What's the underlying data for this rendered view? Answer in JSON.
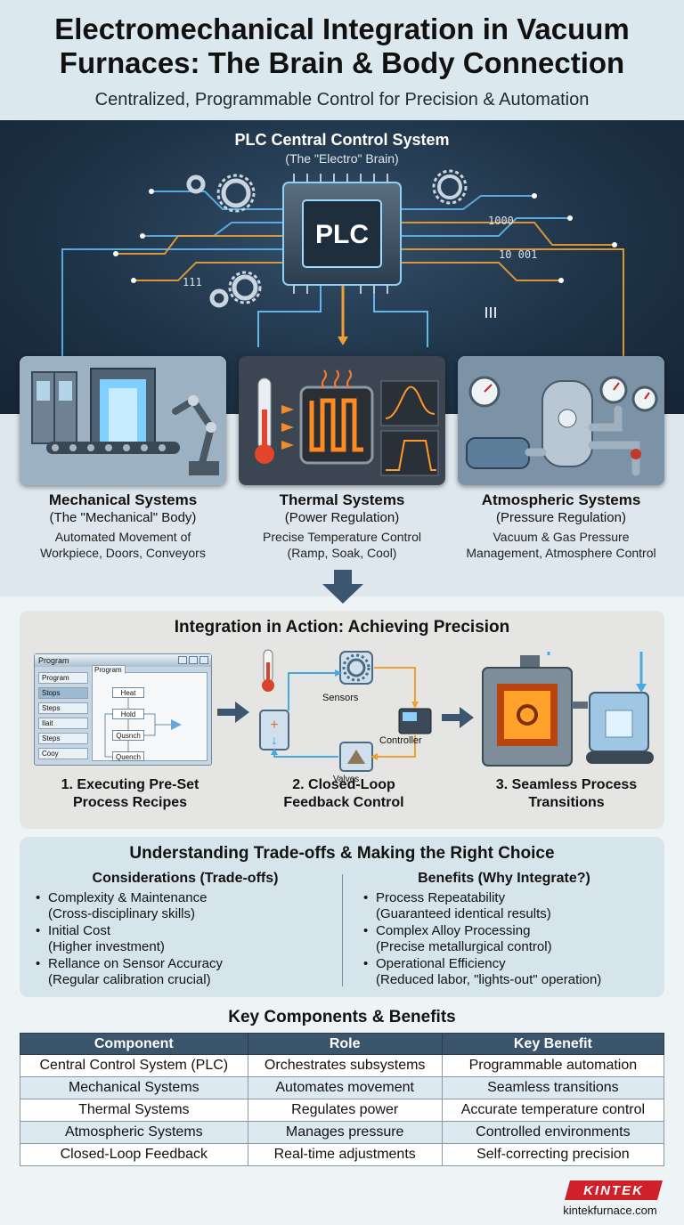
{
  "header": {
    "title_line1": "Electromechanical Integration in Vacuum",
    "title_line2": "Furnaces: The Brain & Body Connection",
    "subtitle": "Centralized, Programmable Control for Precision & Automation"
  },
  "plc": {
    "title": "PLC Central Control System",
    "subtitle": "(The \"Electro\" Brain)",
    "chip_label": "PLC",
    "binary_right_top": "1000",
    "binary_right_bottom": "10 001",
    "binary_left": "111"
  },
  "systems": [
    {
      "name": "Mechanical Systems",
      "role": "(The \"Mechanical\" Body)",
      "desc_line1": "Automated Movement of",
      "desc_line2": "Workpiece, Doors, Conveyors"
    },
    {
      "name": "Thermal Systems",
      "role": "(Power Regulation)",
      "desc_line1": "Precise Temperature Control",
      "desc_line2": "(Ramp, Soak, Cool)"
    },
    {
      "name": "Atmospheric Systems",
      "role": "(Pressure Regulation)",
      "desc_line1": "Vacuum & Gas Pressure",
      "desc_line2": "Management, Atmosphere Control"
    }
  ],
  "integration": {
    "title": "Integration in Action: Achieving Precision",
    "program_window": {
      "title": "Program",
      "sidebar": [
        "Program",
        "Stops",
        "Steps",
        "Ilait",
        "Steps",
        "Cooy"
      ],
      "tab": "Program",
      "steps": [
        "Heat",
        "Hold",
        "Qusnch",
        "Quench"
      ]
    },
    "loop_labels": {
      "sensors": "Sensors",
      "controller": "Controller",
      "valves": "Valves"
    },
    "steps": [
      {
        "line1": "1. Executing Pre-Set",
        "line2": "Process Recipes"
      },
      {
        "line1": "2. Closed-Loop",
        "line2": "Feedback Control"
      },
      {
        "line1": "3. Seamless Process",
        "line2": "Transitions"
      }
    ]
  },
  "tradeoffs": {
    "title": "Understanding Trade-offs & Making the Right Choice",
    "considerations": {
      "title": "Considerations (Trade-offs)",
      "items": [
        {
          "main": "Complexity & Maintenance",
          "note": "(Cross-disciplinary skills)"
        },
        {
          "main": "Initial Cost",
          "note": "(Higher investment)"
        },
        {
          "main": "Rellance on Sensor Accuracy",
          "note": "(Regular calibration crucial)"
        }
      ]
    },
    "benefits": {
      "title": "Benefits (Why Integrate?)",
      "items": [
        {
          "main": "Process Repeatability",
          "note": "(Guaranteed identical results)"
        },
        {
          "main": "Complex Alloy Processing",
          "note": "(Precise metallurgical control)"
        },
        {
          "main": "Operational Efficiency",
          "note": "(Reduced labor, \"lights-out\" operation)"
        }
      ]
    }
  },
  "table": {
    "title": "Key Components & Benefits",
    "headers": [
      "Component",
      "Role",
      "Key Benefit"
    ],
    "rows": [
      [
        "Central Control System (PLC)",
        "Orchestrates subsystems",
        "Programmable automation"
      ],
      [
        "Mechanical Systems",
        "Automates movement",
        "Seamless transitions"
      ],
      [
        "Thermal Systems",
        "Regulates power",
        "Accurate temperature control"
      ],
      [
        "Atmospheric Systems",
        "Manages pressure",
        "Controlled environments"
      ],
      [
        "Closed-Loop Feedback",
        "Real-time adjustments",
        "Self-correcting precision"
      ]
    ]
  },
  "brand": {
    "logo_text": "KINTEK",
    "url": "kintekfurnace.com",
    "logo_color": "#d0202a"
  },
  "colors": {
    "dark_panel": "#1e3347",
    "accent_blue": "#4aa8e0",
    "accent_orange": "#f0a030",
    "table_header": "#3b556c"
  }
}
